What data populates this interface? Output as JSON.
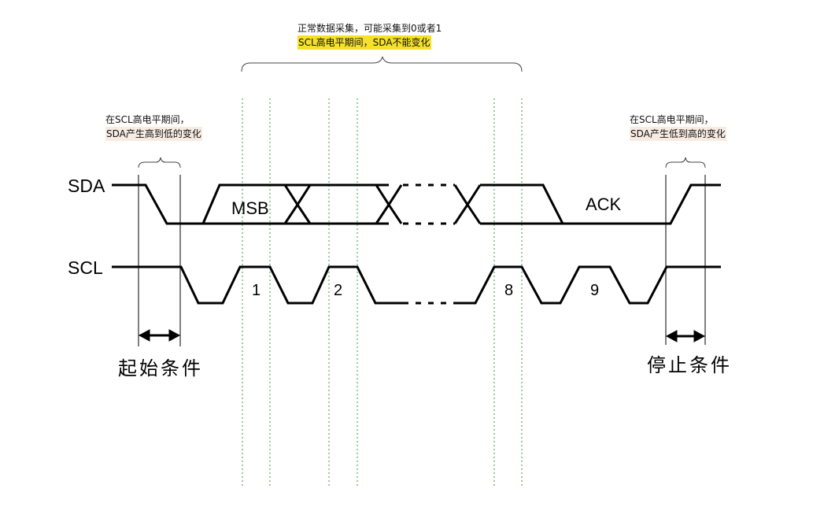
{
  "annotations": {
    "top": {
      "line1": "正常数据采集，可能采集到0或者1",
      "line2": "SCL高电平期间，SDA不能变化",
      "line2_highlight": "#f5e12a"
    },
    "left": {
      "line1": "在SCL高电平期间，",
      "line2": "SDA产生高到低的变化",
      "line2_highlight": "#f7ebe2"
    },
    "right": {
      "line1": "在SCL高电平期间，",
      "line2": "SDA产生低到高的变化",
      "line2_highlight": "#f7ebe2"
    }
  },
  "signals": {
    "sda": "SDA",
    "scl": "SCL"
  },
  "sda_segments": {
    "msb": "MSB",
    "ack": "ACK"
  },
  "clock_pulses": [
    "1",
    "2",
    "8",
    "9"
  ],
  "conditions": {
    "start": "起始条件",
    "stop": "停止条件"
  },
  "colors": {
    "waveform": "#000000",
    "guide_lines": "#3a9a4a",
    "brace": "#444444"
  }
}
